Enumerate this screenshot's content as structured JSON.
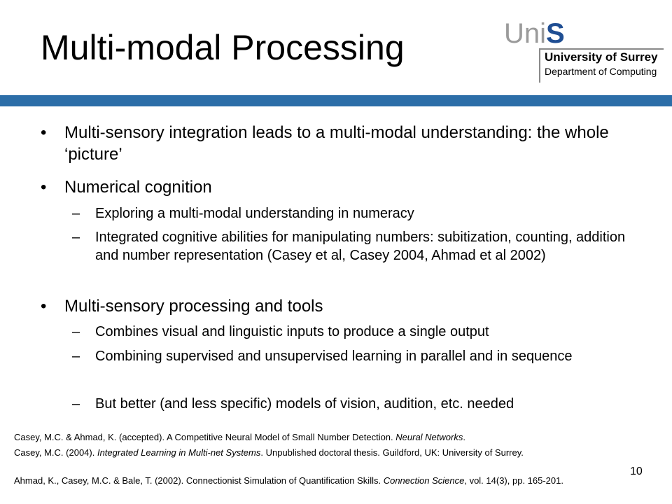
{
  "slide": {
    "title": "Multi-modal Processing",
    "page_number": "10"
  },
  "logo": {
    "unis_prefix": "Uni",
    "unis_suffix": "S",
    "university": "University of Surrey",
    "department": "Department of Computing"
  },
  "bullets": [
    {
      "marker": "•",
      "text": "Multi-sensory integration leads to a multi-modal understanding: the whole ‘picture’"
    },
    {
      "marker": "•",
      "text": "Numerical cognition"
    },
    {
      "marker": "–",
      "text": "Exploring a multi-modal understanding in numeracy"
    },
    {
      "marker": "–",
      "text": "Integrated cognitive abilities for manipulating numbers: subitization, counting, addition and number representation (Casey et al, Casey 2004, Ahmad et al 2002)"
    },
    {
      "marker": "•",
      "text": "Multi-sensory processing and tools"
    },
    {
      "marker": "–",
      "text": "Combines visual and linguistic inputs to produce a single output"
    },
    {
      "marker": "–",
      "text": "Combining supervised and unsupervised learning in parallel and in sequence"
    },
    {
      "marker": "–",
      "text": "But better (and less specific) models of vision, audition, etc. needed"
    }
  ],
  "references": [
    {
      "a": "Casey, M.C. & Ahmad, K. (accepted).  A Competitive Neural Model of Small Number Detection.  ",
      "b": "Neural Networks",
      "c": "."
    },
    {
      "a": "Casey, M.C. (2004).  ",
      "b": "Integrated Learning in Multi-net Systems",
      "c": ".  Unpublished doctoral thesis.  Guildford, UK: University of Surrey."
    },
    {
      "a": "Ahmad, K., Casey, M.C. & Bale, T. (2002).  Connectionist Simulation of Quantification Skills.  ",
      "b": "Connection Science",
      "c": ", vol. 14(3), pp. 165-201."
    }
  ]
}
